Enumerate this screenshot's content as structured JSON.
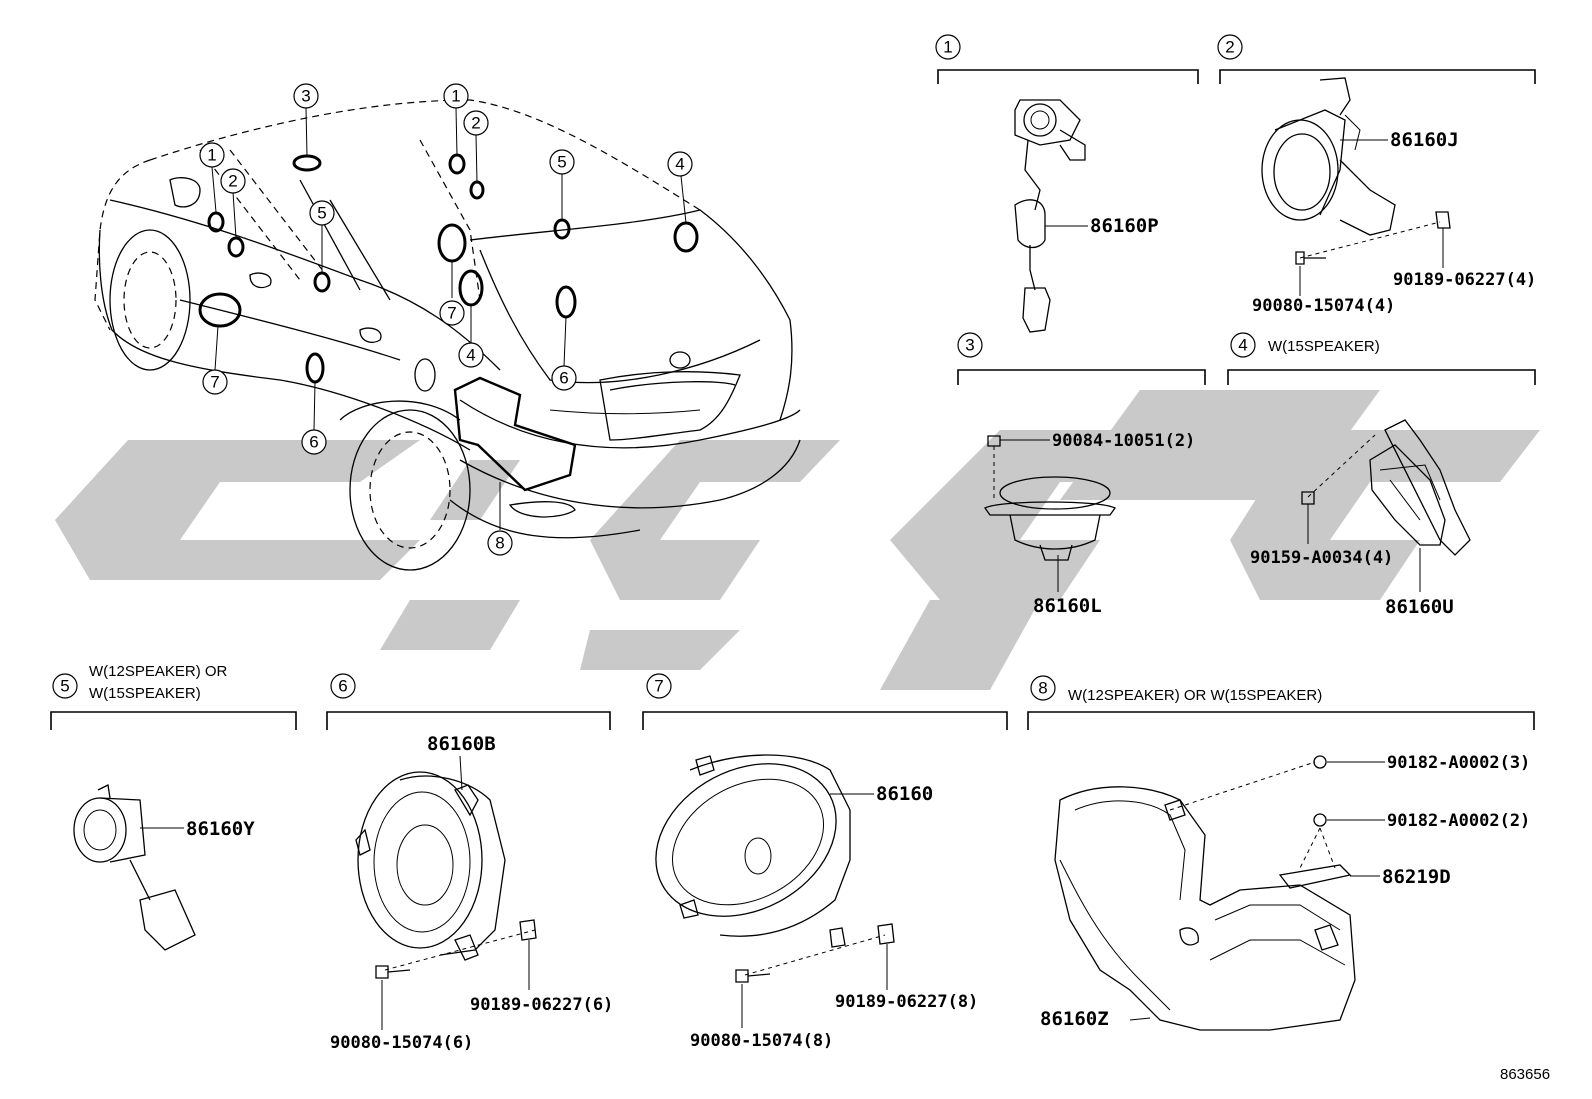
{
  "sections": {
    "s1": {
      "num": "1",
      "condition": ""
    },
    "s2": {
      "num": "2",
      "condition": ""
    },
    "s3": {
      "num": "3",
      "condition": ""
    },
    "s4": {
      "num": "4",
      "condition": "W(15SPEAKER)"
    },
    "s5": {
      "num": "5",
      "condition_line1": "W(12SPEAKER) OR",
      "condition_line2": "W(15SPEAKER)"
    },
    "s6": {
      "num": "6",
      "condition": ""
    },
    "s7": {
      "num": "7",
      "condition": ""
    },
    "s8": {
      "num": "8",
      "condition": "W(12SPEAKER) OR W(15SPEAKER)"
    }
  },
  "parts": {
    "p86160P": "86160P",
    "p86160J": "86160J",
    "p90080_s2": "90080-15074(4)",
    "p90189_s2": "90189-06227(4)",
    "p90084": "90084-10051(2)",
    "p86160L": "86160L",
    "p90159": "90159-A0034(4)",
    "p86160U": "86160U",
    "p86160Y": "86160Y",
    "p86160B": "86160B",
    "p90189_s6": "90189-06227(6)",
    "p90080_s6": "90080-15074(6)",
    "p86160": "86160",
    "p90189_s7": "90189-06227(8)",
    "p90080_s7": "90080-15074(8)",
    "p90182_3": "90182-A0002(3)",
    "p90182_2": "90182-A0002(2)",
    "p86219D": "86219D",
    "p86160Z": "86160Z"
  },
  "car_callouts": {
    "c1a": "1",
    "c1b": "1",
    "c2a": "2",
    "c2b": "2",
    "c3": "3",
    "c4a": "4",
    "c4b": "4",
    "c5a": "5",
    "c5b": "5",
    "c6a": "6",
    "c6b": "6",
    "c7a": "7",
    "c7b": "7",
    "c8": "8"
  },
  "reference_number": "863656"
}
